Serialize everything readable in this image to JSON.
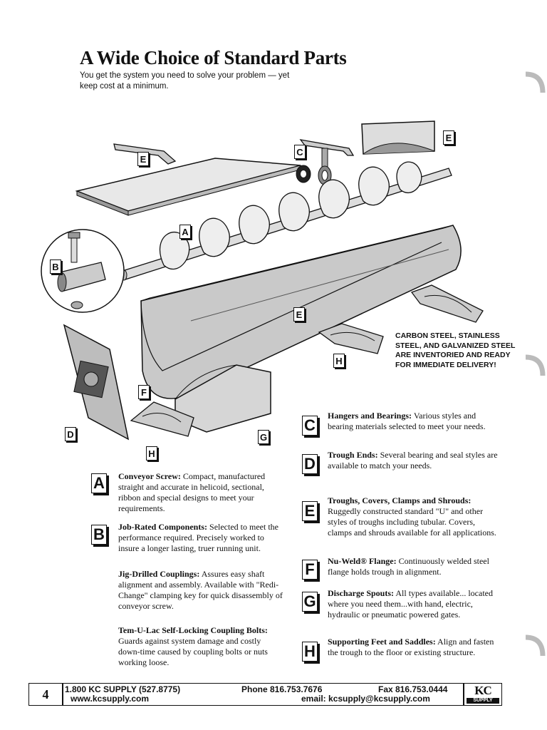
{
  "header": {
    "title": "A Wide Choice of Standard Parts",
    "subtitle": "You get the system you need to solve your problem — yet keep cost at a minimum."
  },
  "callouts": {
    "a": "A",
    "b": "B",
    "c": "C",
    "d": "D",
    "e": "E",
    "f": "F",
    "g": "G",
    "h": "H"
  },
  "stock_note": "Carbon steel, stainless steel, and galvanized steel are inventoried and ready for immediate delivery!",
  "entries": {
    "a": {
      "letter": "A",
      "term": "Conveyor Screw:",
      "desc": "Compact, manufactured straight and accurate in helicoid, sectional, ribbon and special designs to meet your requirements."
    },
    "b": {
      "letter": "B",
      "term": "Job-Rated Components:",
      "desc": "Selected to meet the performance required. Precisely worked to insure a longer lasting, truer running unit."
    },
    "b2": {
      "term": "Jig-Drilled Couplings:",
      "desc": "Assures easy shaft alignment and assembly. Available with \"Redi-Change\" clamping key for quick disassembly of conveyor screw."
    },
    "b3": {
      "term": "Tem-U-Lac Self-Locking Coupling Bolts:",
      "desc": "Guards against system damage and costly down-time caused by coupling bolts or nuts working loose."
    },
    "c": {
      "letter": "C",
      "term": "Hangers and Bearings:",
      "desc": "Various styles and bearing materials selected to meet your needs."
    },
    "d": {
      "letter": "D",
      "term": "Trough Ends:",
      "desc": "Several bearing and seal styles are available to match your needs."
    },
    "e": {
      "letter": "E",
      "term": "Troughs, Covers, Clamps and Shrouds:",
      "desc": "Ruggedly constructed standard \"U\" and other styles of troughs including tubular. Covers, clamps and shrouds available for all applications."
    },
    "f": {
      "letter": "F",
      "term": "Nu-Weld® Flange:",
      "desc": "Continuously welded steel flange holds trough in alignment."
    },
    "g": {
      "letter": "G",
      "term": "Discharge Spouts:",
      "desc": "All types available... located where you need them...with hand, electric, hydraulic or pneumatic powered gates."
    },
    "h": {
      "letter": "H",
      "term": "Supporting Feet and Saddles:",
      "desc": "Align and fasten the trough to the floor or existing structure."
    }
  },
  "footer": {
    "page_number": "4",
    "phone_tollfree": "1.800 KC SUPPLY (527.8775)",
    "website": "www.kcsupply.com",
    "phone": "Phone 816.753.7676",
    "fax": "Fax 816.753.0444",
    "email": "email: kcsupply@kcsupply.com",
    "logo_text": "KC",
    "logo_sub": "SUPPLY"
  }
}
